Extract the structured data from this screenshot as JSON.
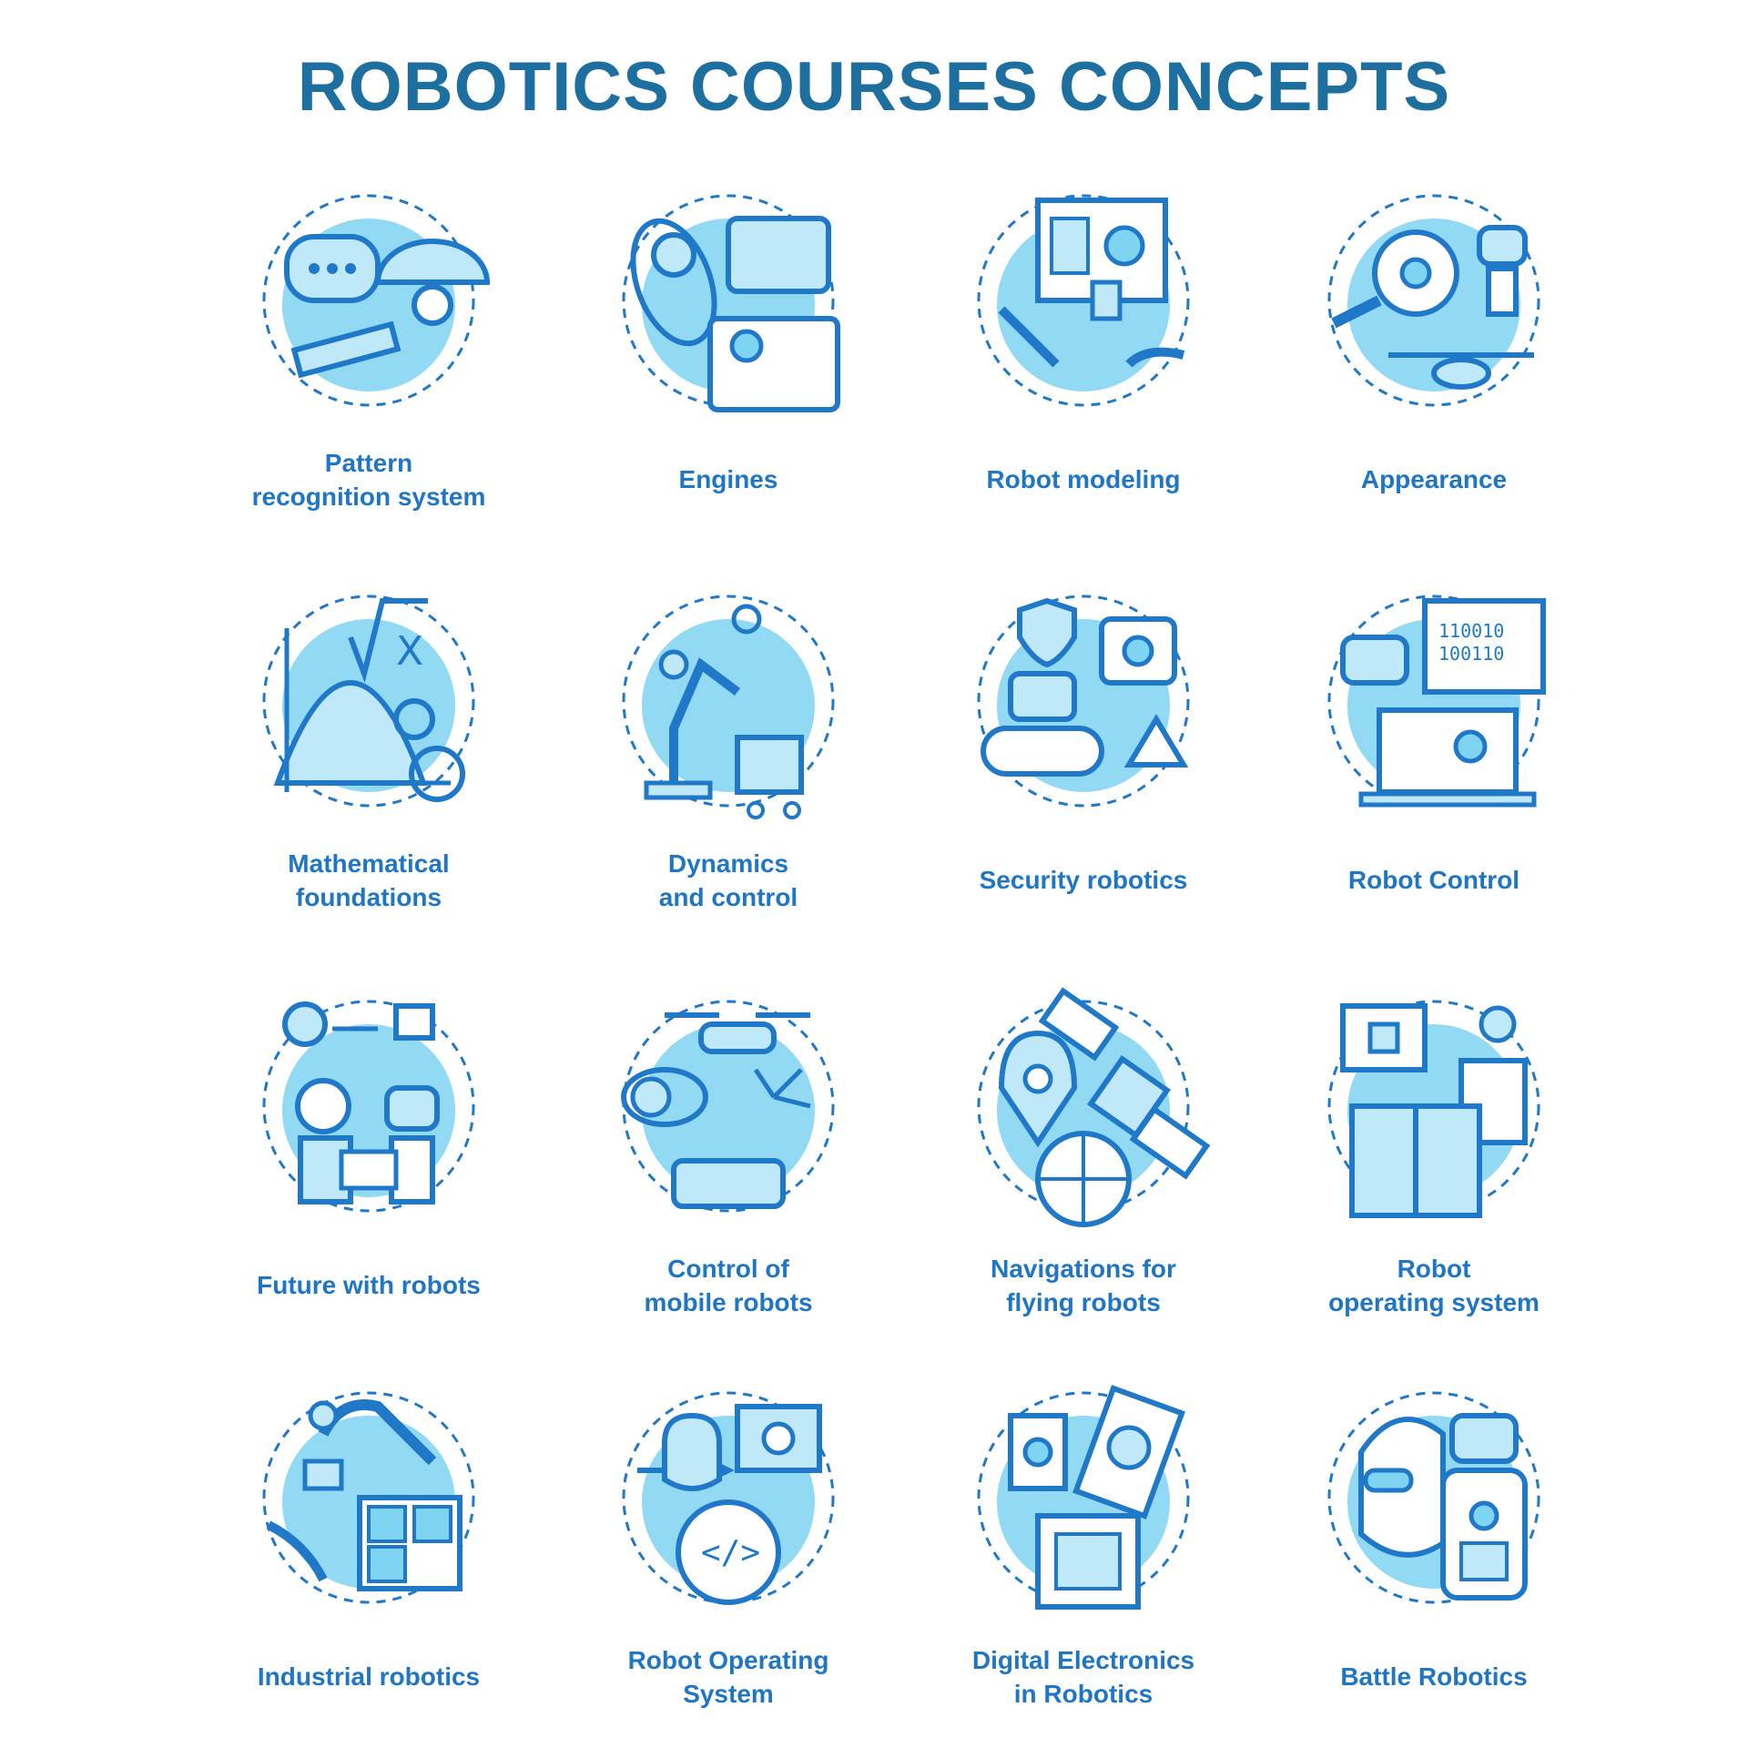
{
  "title": "ROBOTICS COURSES CONCEPTS",
  "colors": {
    "title": "#1d6f9f",
    "label": "#1f76c4",
    "stroke": "#1f78c8",
    "fill_light": "#7fd4f2",
    "fill_pale": "#bfe9f8"
  },
  "concepts": [
    {
      "line1": "Pattern",
      "line2": "recognition system",
      "icon": "camera-robot-icon"
    },
    {
      "line1": "Engines",
      "line2": "",
      "icon": "engine-icon"
    },
    {
      "line1": "Robot modeling",
      "line2": "",
      "icon": "robot-modeling-icon"
    },
    {
      "line1": "Appearance",
      "line2": "",
      "icon": "appearance-icon"
    },
    {
      "line1": "Mathematical",
      "line2": "foundations",
      "icon": "math-icon"
    },
    {
      "line1": "Dynamics",
      "line2": "and control",
      "icon": "robot-arm-icon"
    },
    {
      "line1": "Security robotics",
      "line2": "",
      "icon": "security-robot-icon"
    },
    {
      "line1": "Robot Control",
      "line2": "",
      "icon": "robot-control-icon"
    },
    {
      "line1": "Future with robots",
      "line2": "",
      "icon": "future-robots-icon"
    },
    {
      "line1": "Control of",
      "line2": "mobile robots",
      "icon": "drone-control-icon"
    },
    {
      "line1": "Navigations for",
      "line2": "flying robots",
      "icon": "satellite-icon"
    },
    {
      "line1": "Robot",
      "line2": "operating system",
      "icon": "server-icon"
    },
    {
      "line1": "Industrial robotics",
      "line2": "",
      "icon": "industrial-chip-icon"
    },
    {
      "line1": "Robot Operating",
      "line2": "System",
      "icon": "code-target-icon"
    },
    {
      "line1": "Digital Electronics",
      "line2": "in Robotics",
      "icon": "electronics-chip-icon"
    },
    {
      "line1": "Battle Robotics",
      "line2": "",
      "icon": "battle-robot-icon"
    }
  ]
}
